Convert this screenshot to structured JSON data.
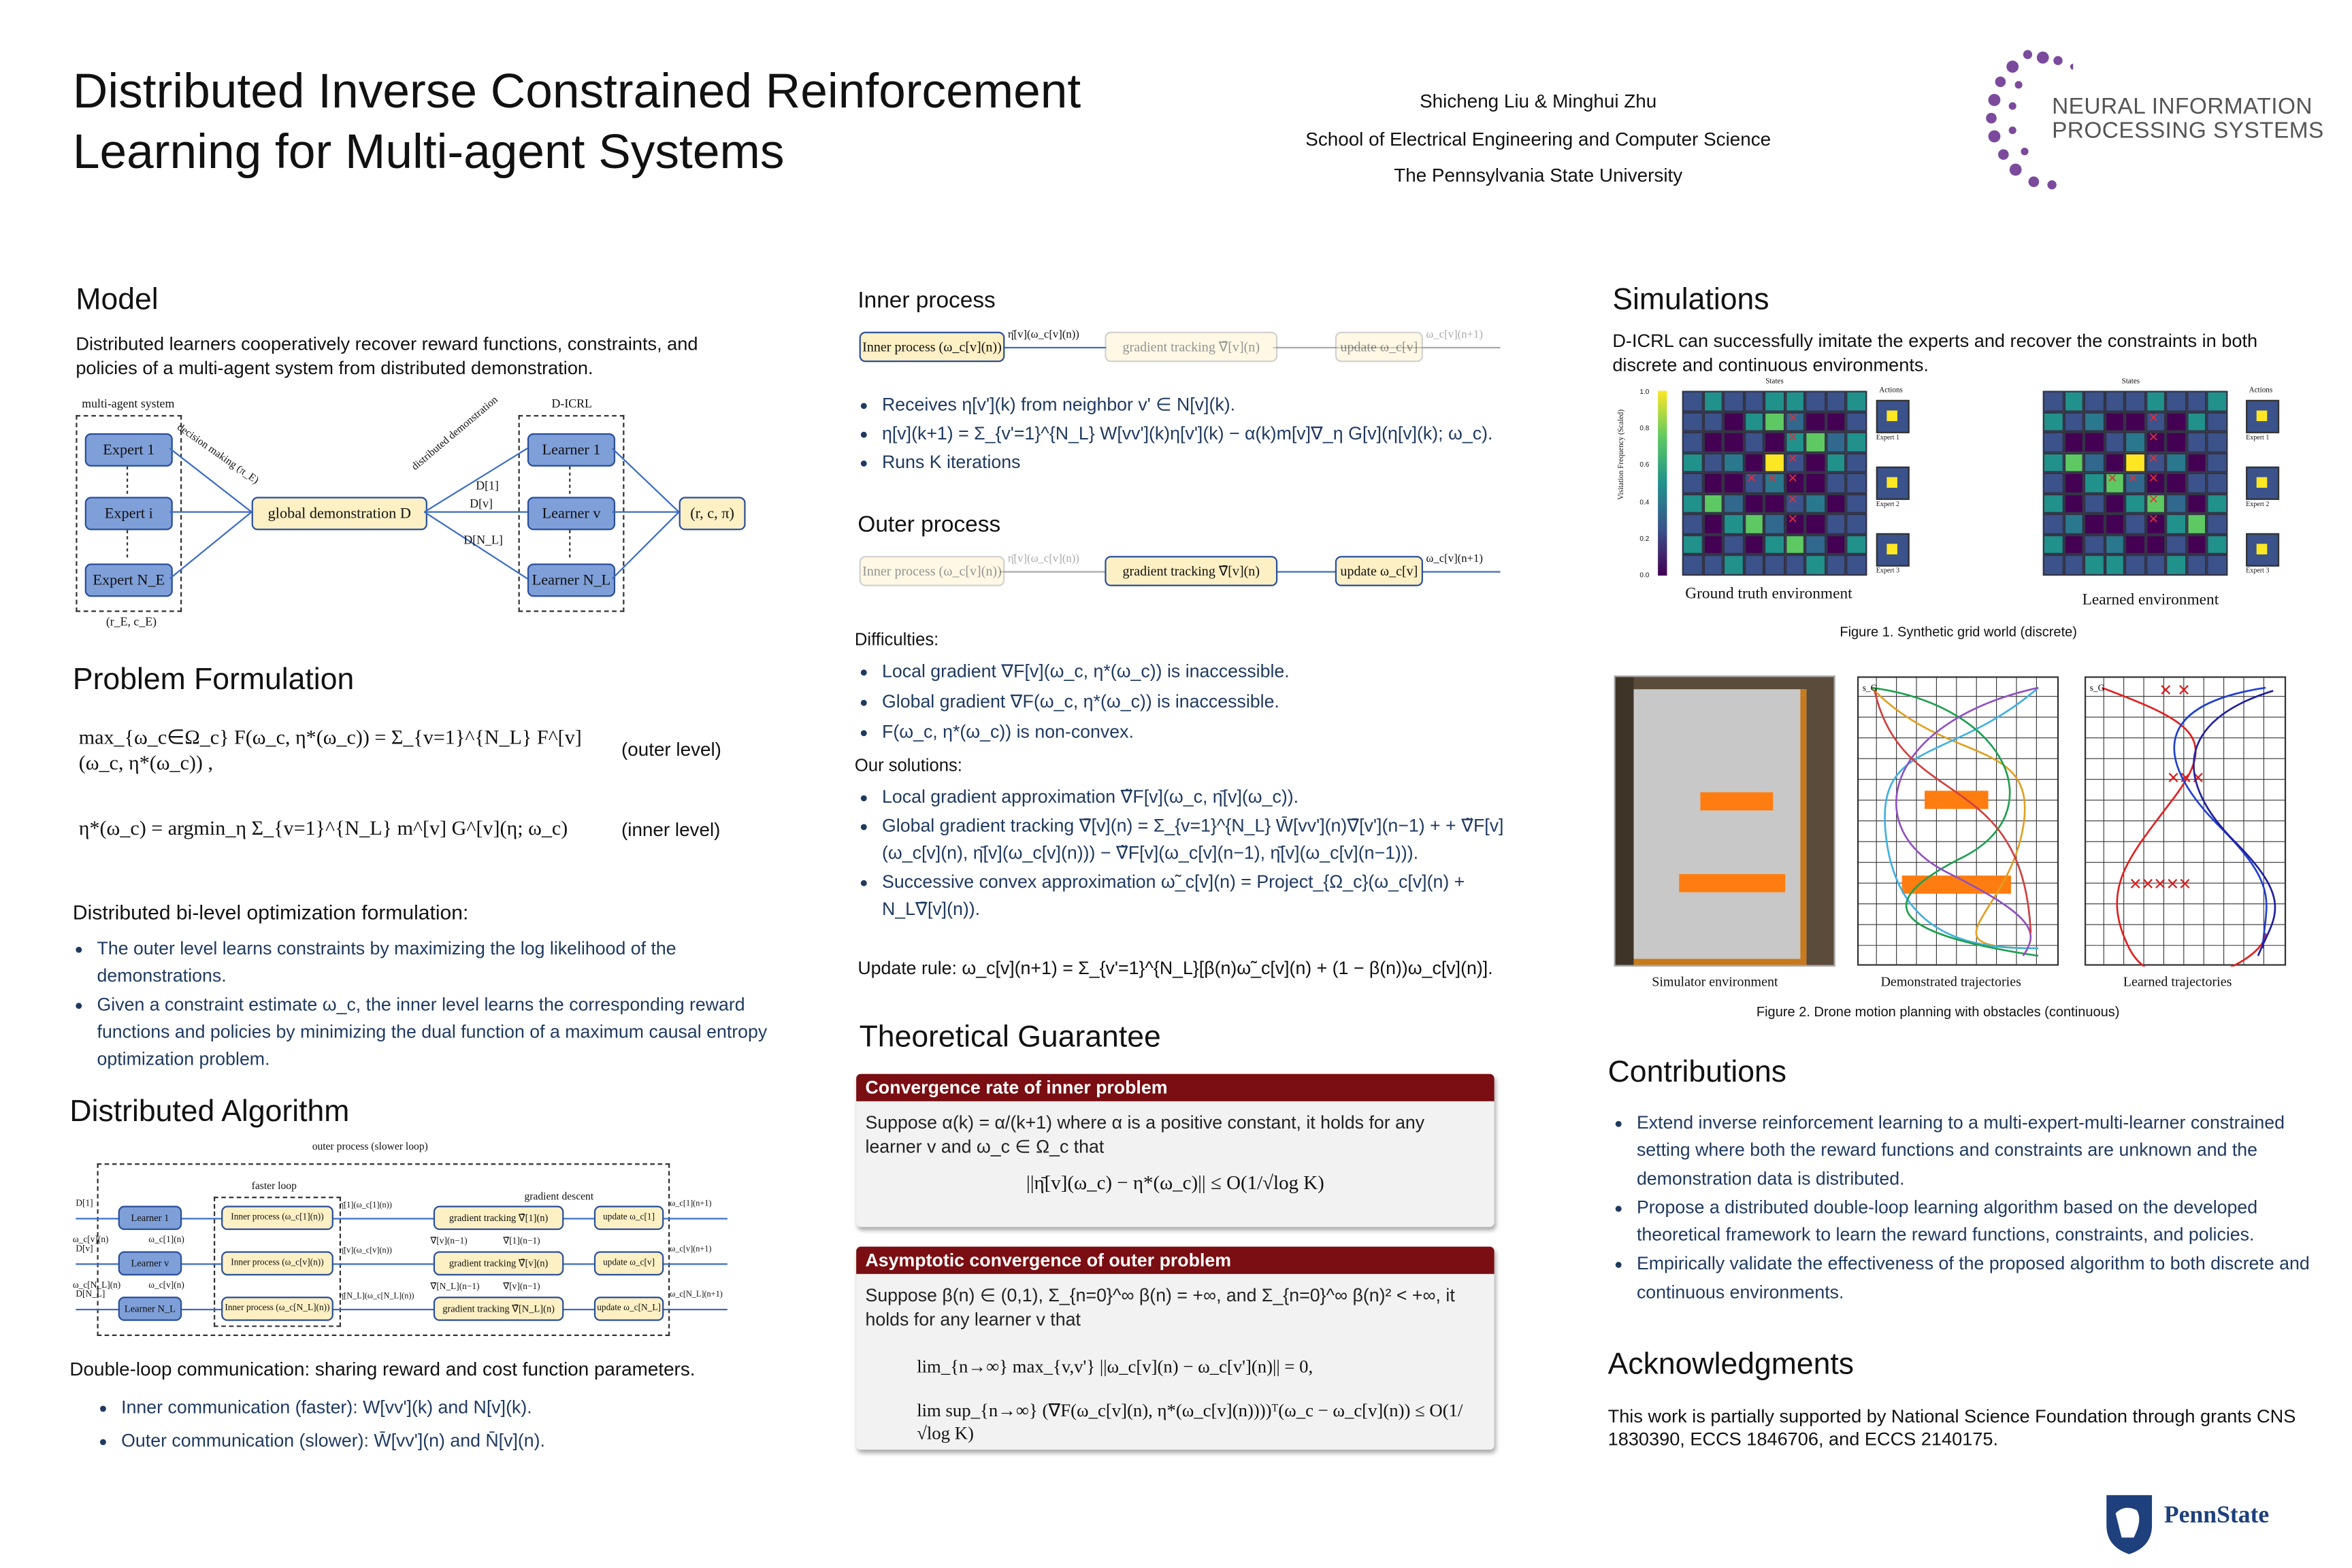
{
  "header": {
    "title_line1": "Distributed Inverse Constrained Reinforcement",
    "title_line2": "Learning for Multi-agent Systems",
    "authors": "Shicheng Liu & Minghui Zhu",
    "school": "School of Electrical Engineering and Computer Science",
    "university": "The Pennsylvania State University",
    "neurips_logo_line1": "NEURAL INFORMATION",
    "neurips_logo_line2": "PROCESSING SYSTEMS"
  },
  "model": {
    "heading": "Model",
    "desc": "Distributed learners cooperatively recover reward functions, constraints, and policies of a multi-agent system from distributed demonstration.",
    "diagram": {
      "left_label": "multi-agent system",
      "right_label": "D-ICRL",
      "experts": [
        "Expert 1",
        "Expert i",
        "Expert N_E"
      ],
      "learners": [
        "Learner 1",
        "Learner v",
        "Learner N_L"
      ],
      "center": "global demonstration D",
      "output": "(r, c, π)",
      "decision": "decision making (π_E)",
      "distributed": "distributed demonstration",
      "d1": "D[1]",
      "dv": "D[v]",
      "dn": "D[N_L]",
      "bottom": "(r_E, c_E)"
    }
  },
  "problem": {
    "heading": "Problem Formulation",
    "eq1": "max_{ω_c∈Ω_c} F(ω_c, η*(ω_c)) = Σ_{v=1}^{N_L} F^[v](ω_c, η*(ω_c)) ,",
    "eq1_tag": "(outer level)",
    "eq2": "η*(ω_c) = argmin_η Σ_{v=1}^{N_L} m^[v] G^[v](η; ω_c)",
    "eq2_tag": "(inner level)",
    "subheading": "Distributed bi-level optimization formulation:",
    "bullets": [
      "The outer level learns constraints by maximizing the log likelihood of the demonstrations.",
      "Given a constraint estimate ω_c, the inner level learns the corresponding reward functions and policies by minimizing the dual function of a maximum causal entropy optimization problem."
    ]
  },
  "algorithm": {
    "heading": "Distributed Algorithm",
    "outer_label": "outer process (slower loop)",
    "faster_label": "faster loop",
    "gd_label": "gradient descent",
    "rows": [
      {
        "d": "D[1]",
        "learner": "Learner 1",
        "inner": "Inner process (ω_c[1](n))",
        "eta": "η̄[1](ω_c[1](n))",
        "gt": "gradient tracking ∇̄[1](n)",
        "upd": "update ω_c[1]",
        "out": "ω_c[1](n+1)"
      },
      {
        "d": "D[v]",
        "learner": "Learner v",
        "inner": "Inner process (ω_c[v](n))",
        "eta": "η̄[v](ω_c[v](n))",
        "gt": "gradient tracking ∇̄[v](n)",
        "upd": "update ω_c[v]",
        "out": "ω_c[v](n+1)"
      },
      {
        "d": "D[N_L]",
        "learner": "Learner N_L",
        "inner": "Inner process (ω_c[N_L](n))",
        "eta": "η̄[N_L](ω_c[N_L](n))",
        "gt": "gradient tracking ∇̄[N_L](n)",
        "upd": "update ω_c[N_L]",
        "out": "ω_c[N_L](n+1)"
      }
    ],
    "comm": [
      "ω_c[v](n)",
      "ω_c[1](n)",
      "ω_c[N_L](n)",
      "ω_c[v](n)",
      "∇̄[v](n−1)",
      "∇̄[1](n−1)",
      "∇̄[N_L](n−1)",
      "∇̄[v](n−1)"
    ],
    "caption": "Double-loop communication: sharing reward and cost function parameters.",
    "bullets": [
      "Inner communication (faster): W[vv'](k) and N[v](k).",
      "Outer communication (slower): W̄[vv'](n) and N̄[v](n)."
    ]
  },
  "inner": {
    "heading": "Inner process",
    "box1": "Inner process (ω_c[v](n))",
    "arrow1": "η̄[v](ω_c[v](n))",
    "box2": "gradient tracking ∇̄[v](n)",
    "box3": "update ω_c[v]",
    "arrow3": "ω_c[v](n+1)",
    "bullets": [
      "Receives η[v'](k) from neighbor v' ∈ N[v](k).",
      "η[v](k+1) = Σ_{v'=1}^{N_L} W[vv'](k)η[v'](k) − α(k)m[v]∇_η G[v](η[v](k); ω_c).",
      "Runs K iterations"
    ]
  },
  "outer": {
    "heading": "Outer process",
    "difficulties_label": "Difficulties:",
    "difficulties": [
      "Local gradient ∇F[v](ω_c, η*(ω_c)) is inaccessible.",
      "Global gradient ∇F(ω_c, η*(ω_c)) is inaccessible.",
      "F(ω_c, η*(ω_c)) is non-convex."
    ],
    "solutions_label": "Our solutions:",
    "solutions": [
      "Local gradient approximation ∇̃F[v](ω_c, η̄[v](ω_c)).",
      "Global gradient tracking ∇̄[v](n) = Σ_{v=1}^{N_L} W̄[vv'](n)∇̄[v'](n−1) + + ∇̃F[v](ω_c[v](n), η̄[v](ω_c[v](n))) − ∇̃F[v](ω_c[v](n−1), η̄[v](ω_c[v](n−1))).",
      "Successive convex approximation ω̃_c[v](n) = Project_{Ω_c}(ω_c[v](n) + N_L∇̄[v](n))."
    ],
    "update_rule": "Update rule: ω_c[v](n+1) = Σ_{v'=1}^{N_L}[β(n)ω̃_c[v](n) + (1 − β(n))ω_c[v](n)]."
  },
  "theory": {
    "heading": "Theoretical Guarantee",
    "box1_title": "Convergence rate of inner problem",
    "box1_text": "Suppose α(k) = α/(k+1) where α is a positive constant, it holds for any learner v and ω_c ∈ Ω_c that",
    "box1_eq": "||η̄[v](ω_c) − η*(ω_c)|| ≤ O(1/√log K)",
    "box2_title": "Asymptotic convergence of outer problem",
    "box2_text": "Suppose β(n) ∈ (0,1), Σ_{n=0}^∞ β(n) = +∞, and Σ_{n=0}^∞ β(n)² < +∞, it holds for any learner v that",
    "box2_eq1": "lim_{n→∞} max_{v,v'} ||ω_c[v](n) − ω_c[v'](n)|| = 0,",
    "box2_eq2": "lim sup_{n→∞} (∇F(ω_c[v](n), η*(ω_c[v](n))))ᵀ(ω_c − ω_c[v](n)) ≤ O(1/√log K)"
  },
  "simulations": {
    "heading": "Simulations",
    "desc": "D-ICRL can successfully imitate the experts and recover the constraints in both discrete and continuous environments.",
    "fig1": {
      "states_label": "States",
      "actions_label": "Actions",
      "ylabel": "Visitation Frequency (Scaled)",
      "yticks": [
        "1.0",
        "0.8",
        "0.6",
        "0.4",
        "0.2",
        "0.0"
      ],
      "experts": [
        "Expert 1",
        "Expert 2",
        "Expert 3"
      ],
      "gt_label": "Ground truth environment",
      "learned_label": "Learned environment",
      "caption": "Figure 1. Synthetic grid world (discrete)"
    },
    "fig2": {
      "labels": [
        "Simulator environment",
        "Demonstrated trajectories",
        "Learned trajectories"
      ],
      "caption": "Figure 2. Drone motion planning with obstacles (continuous)",
      "s_label": "s_G"
    }
  },
  "contributions": {
    "heading": "Contributions",
    "bullets": [
      "Extend inverse reinforcement learning to a multi-expert-multi-learner constrained setting where both the reward functions and constraints are unknown and the demonstration data is distributed.",
      "Propose a distributed double-loop learning algorithm based on the developed theoretical framework to learn the reward functions, constraints, and policies.",
      "Empirically validate the effectiveness of the proposed algorithm to both discrete and continuous environments."
    ]
  },
  "ack": {
    "heading": "Acknowledgments",
    "text": "This work is partially supported by National Science Foundation through grants CNS 1830390, ECCS 1846706, and ECCS 2140175."
  },
  "pennstate": {
    "logo_text": "PennState"
  },
  "colors": {
    "accent_red": "#7a0e12",
    "box_blue": "#7f9fd8",
    "box_cream": "#fdf0c4",
    "line_blue": "#3b6cc4",
    "bullet_text": "#1f3a60",
    "neurips_purple": "#7b4a9c",
    "pennstate_blue": "#1e407c"
  }
}
